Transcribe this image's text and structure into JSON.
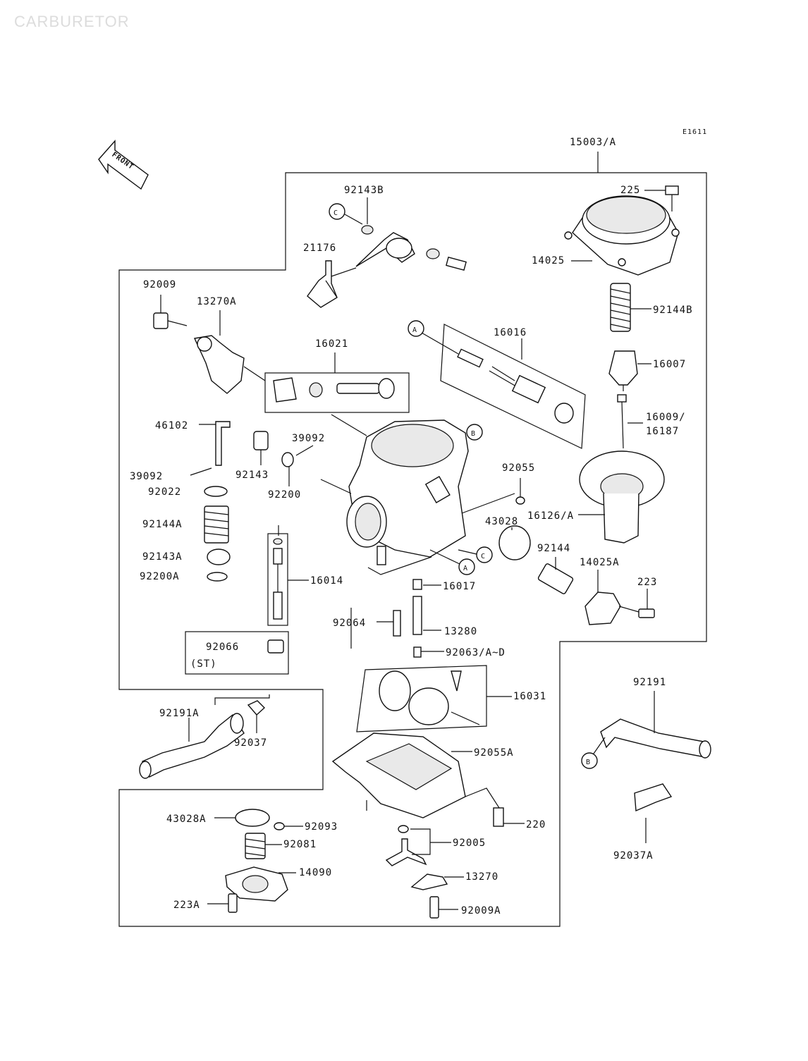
{
  "header": {
    "title": "CARBURETOR",
    "diagram_code": "E1611"
  },
  "front_arrow": {
    "label": "FRONT",
    "icon": "front-arrow-icon"
  },
  "callouts": {
    "a": "A",
    "b": "B",
    "c": "C"
  },
  "parts": {
    "p15003": "15003/A",
    "p225": "225",
    "p92143B": "92143B",
    "p14025": "14025",
    "p21176": "21176",
    "p92009": "92009",
    "p13270A": "13270A",
    "p92144B": "92144B",
    "p16016": "16016",
    "p16021": "16021",
    "p16007": "16007",
    "p16009": "16009/",
    "p16187": "16187",
    "p46102": "46102",
    "p39092a": "39092",
    "p39092b": "39092",
    "p92143": "92143",
    "p92022": "92022",
    "p92200": "92200",
    "p92055": "92055",
    "p16126": "16126/A",
    "p92144A": "92144A",
    "p43028": "43028",
    "p92144": "92144",
    "p92143A": "92143A",
    "p14025A": "14025A",
    "p223": "223",
    "p92200A": "92200A",
    "p16014": "16014",
    "p16017": "16017",
    "p92064": "92064",
    "p13280": "13280",
    "p92066": "92066",
    "st": "(ST)",
    "p92063": "92063/A~D",
    "p92191": "92191",
    "p16031": "16031",
    "p92191A": "92191A",
    "p92037": "92037",
    "p92055A": "92055A",
    "p43028A": "43028A",
    "p92093": "92093",
    "p220": "220",
    "p92081": "92081",
    "p92005": "92005",
    "p92037A": "92037A",
    "p14090": "14090",
    "p13270": "13270",
    "p223A": "223A",
    "p92009A": "92009A"
  }
}
